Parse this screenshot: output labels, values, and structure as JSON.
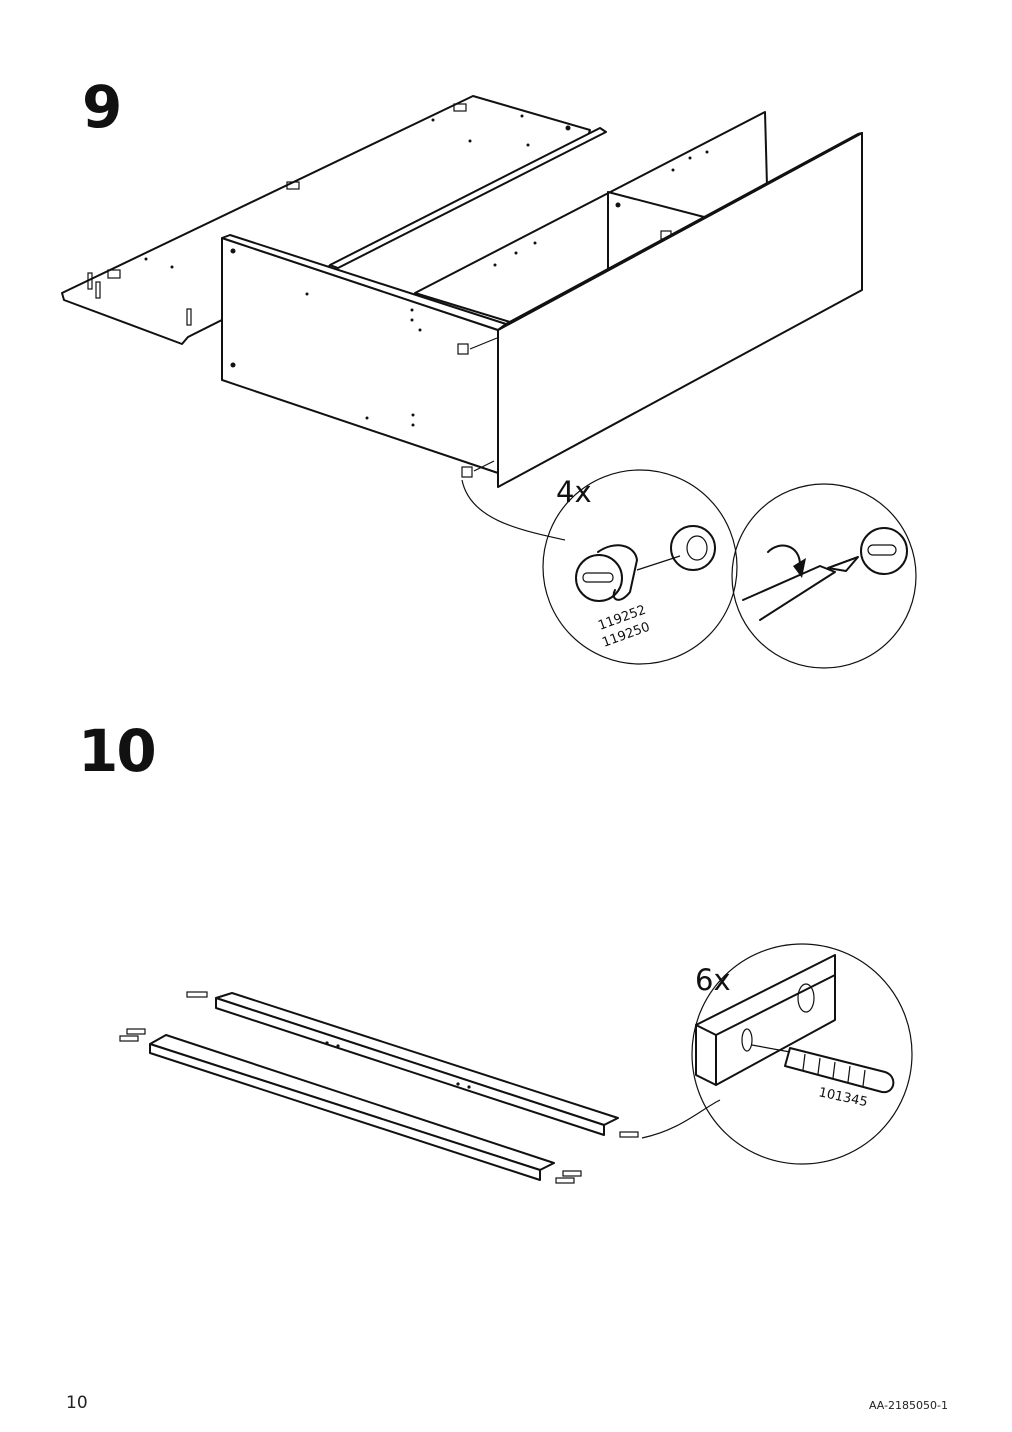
{
  "steps": [
    {
      "number": "9",
      "quantity": "4x",
      "part_numbers": [
        "119252",
        "119250"
      ]
    },
    {
      "number": "10",
      "quantity": "6x",
      "part_numbers": [
        "101345"
      ]
    }
  ],
  "footer": {
    "page_number": "10",
    "document_code": "AA-2185050-1"
  }
}
